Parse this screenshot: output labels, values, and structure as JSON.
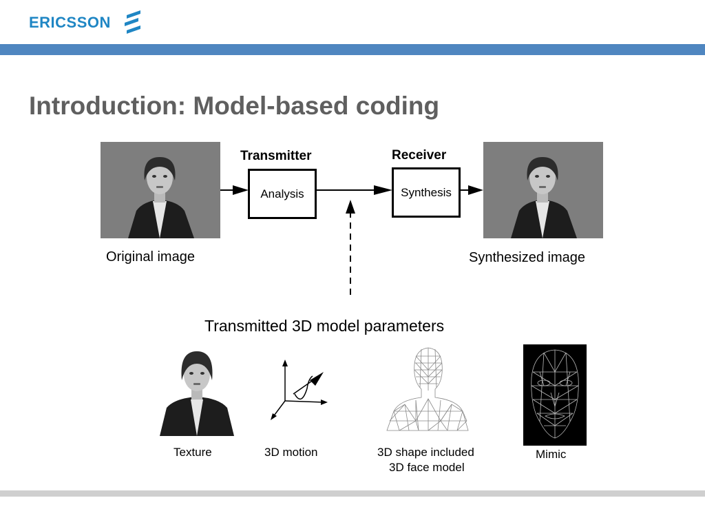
{
  "brand": {
    "name": "ERICSSON",
    "color": "#1f86c4"
  },
  "slide": {
    "title": "Introduction: Model-based coding",
    "accent_bar_color": "#4f86c0",
    "footer_bar_color": "#cfcfcf"
  },
  "diagram": {
    "transmitter_label": "Transmitter",
    "receiver_label": "Receiver",
    "analysis_label": "Analysis",
    "synthesis_label": "Synthesis",
    "original_caption": "Original image",
    "synthesized_caption": "Synthesized image"
  },
  "parameters": {
    "heading": "Transmitted 3D model parameters",
    "items": [
      {
        "caption": "Texture"
      },
      {
        "caption": "3D motion"
      },
      {
        "caption": "3D shape included",
        "caption2": "3D face model"
      },
      {
        "caption": "Mimic"
      }
    ]
  }
}
